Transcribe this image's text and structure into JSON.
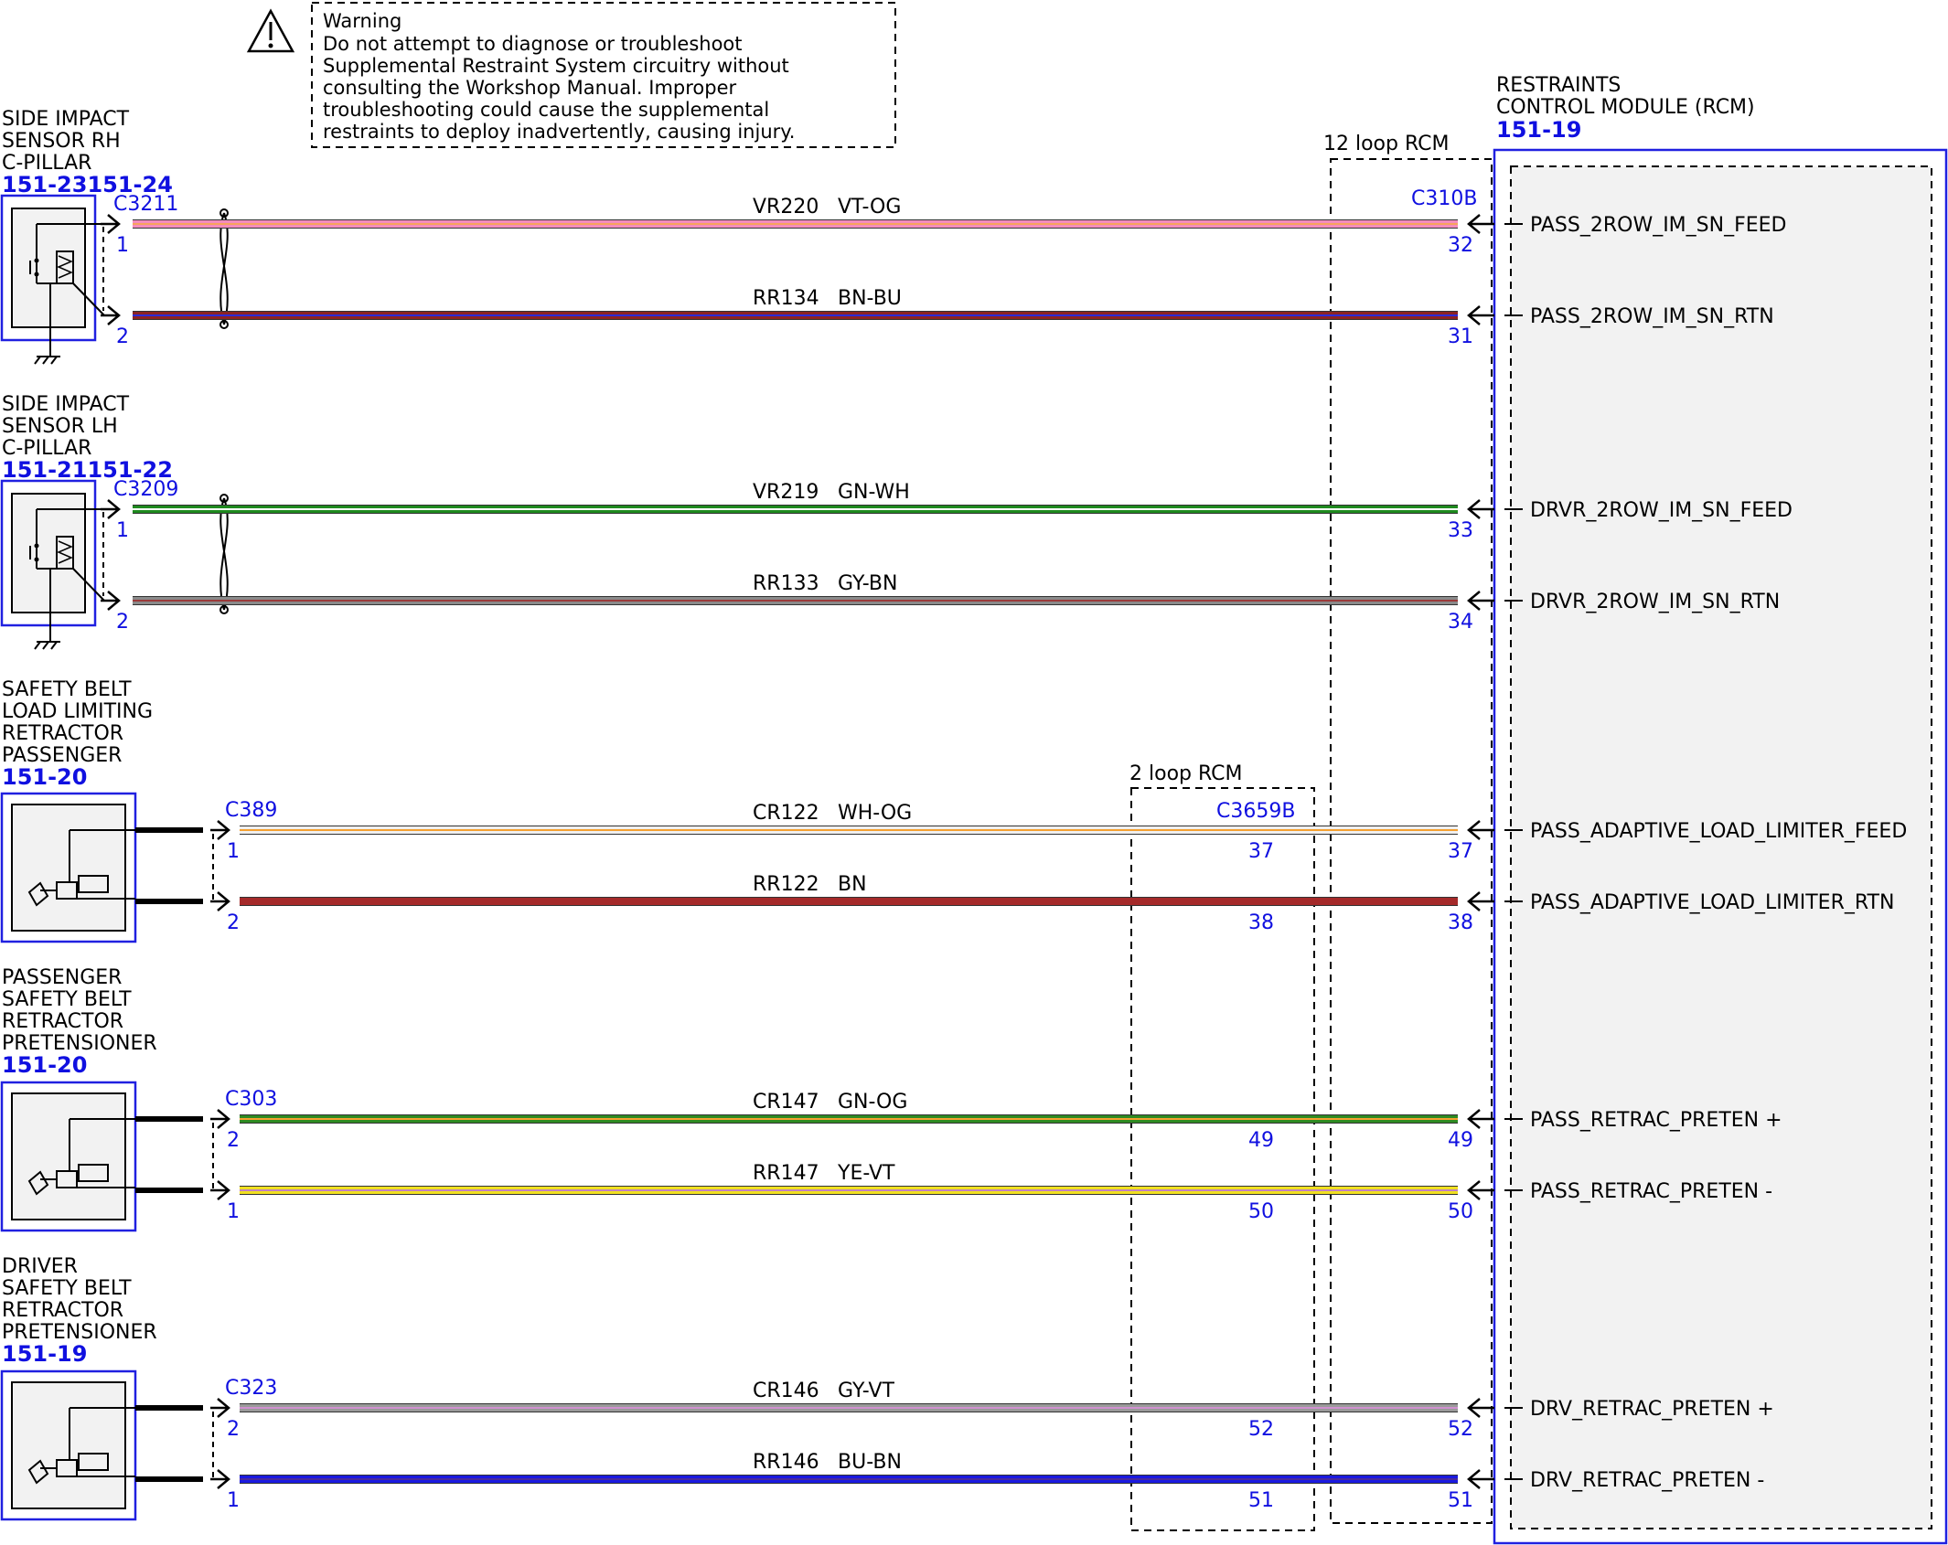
{
  "warning": {
    "icon": "warning-triangle-icon",
    "lines": [
      "Warning",
      "Do not attempt to diagnose or troubleshoot",
      "Supplemental Restraint System circuitry without",
      "consulting the Workshop Manual. Improper",
      "troubleshooting could cause the supplemental",
      "restraints to deploy inadvertently, causing injury."
    ]
  },
  "rcm": {
    "title_lines": [
      "RESTRAINTS",
      "CONTROL MODULE (RCM)"
    ],
    "ref": "151-19",
    "connector": "C310B",
    "loop12_label": "12 loop RCM",
    "loop2_label": "2 loop RCM",
    "inline_connector": "C3659B"
  },
  "components": [
    {
      "title_lines": [
        "SIDE IMPACT",
        "SENSOR RH",
        "C-PILLAR"
      ],
      "ref": "151-23151-24",
      "connector": "C3211"
    },
    {
      "title_lines": [
        "SIDE IMPACT",
        "SENSOR LH",
        "C-PILLAR"
      ],
      "ref": "151-21151-22",
      "connector": "C3209"
    },
    {
      "title_lines": [
        "SAFETY BELT",
        "LOAD LIMITING",
        "RETRACTOR",
        "PASSENGER"
      ],
      "ref": "151-20",
      "connector": "C389"
    },
    {
      "title_lines": [
        "PASSENGER",
        "SAFETY BELT",
        "RETRACTOR",
        "PRETENSIONER"
      ],
      "ref": "151-20",
      "connector": "C303"
    },
    {
      "title_lines": [
        "DRIVER",
        "SAFETY BELT",
        "RETRACTOR",
        "PRETENSIONER"
      ],
      "ref": "151-19",
      "connector": "C323"
    }
  ],
  "wires": [
    {
      "circuit": "VR220",
      "color_code": "VT-OG",
      "left_pin": "1",
      "inline_pin": "",
      "rcm_pin": "32",
      "signal": "PASS_2ROW_IM_SN_FEED",
      "base": "#f48cbc",
      "stripe": "#f7a35c"
    },
    {
      "circuit": "RR134",
      "color_code": "BN-BU",
      "left_pin": "2",
      "inline_pin": "",
      "rcm_pin": "31",
      "signal": "PASS_2ROW_IM_SN_RTN",
      "base": "#8b2323",
      "stripe": "#2a2ad8"
    },
    {
      "circuit": "VR219",
      "color_code": "GN-WH",
      "left_pin": "1",
      "inline_pin": "",
      "rcm_pin": "33",
      "signal": "DRVR_2ROW_IM_SN_FEED",
      "base": "#1f8a1f",
      "stripe": "#ffffff"
    },
    {
      "circuit": "RR133",
      "color_code": "GY-BN",
      "left_pin": "2",
      "inline_pin": "",
      "rcm_pin": "34",
      "signal": "DRVR_2ROW_IM_SN_RTN",
      "base": "#8a8a8a",
      "stripe": "#9b3a3a"
    },
    {
      "circuit": "CR122",
      "color_code": "WH-OG",
      "left_pin": "1",
      "inline_pin": "37",
      "rcm_pin": "37",
      "signal": "PASS_ADAPTIVE_LOAD_LIMITER_FEED",
      "base": "#f0f0f0",
      "stripe": "#f5a030"
    },
    {
      "circuit": "RR122",
      "color_code": "BN",
      "left_pin": "2",
      "inline_pin": "38",
      "rcm_pin": "38",
      "signal": "PASS_ADAPTIVE_LOAD_LIMITER_RTN",
      "base": "#a52a2a",
      "stripe": ""
    },
    {
      "circuit": "CR147",
      "color_code": "GN-OG",
      "left_pin": "2",
      "inline_pin": "49",
      "rcm_pin": "49",
      "signal": "PASS_RETRAC_PRETEN +",
      "base": "#2e8b22",
      "stripe": "#f5a030"
    },
    {
      "circuit": "RR147",
      "color_code": "YE-VT",
      "left_pin": "1",
      "inline_pin": "50",
      "rcm_pin": "50",
      "signal": "PASS_RETRAC_PRETEN -",
      "base": "#f0e020",
      "stripe": "#c080c0"
    },
    {
      "circuit": "CR146",
      "color_code": "GY-VT",
      "left_pin": "2",
      "inline_pin": "52",
      "rcm_pin": "52",
      "signal": "DRV_RETRAC_PRETEN +",
      "base": "#9a9a9a",
      "stripe": "#d090d0"
    },
    {
      "circuit": "RR146",
      "color_code": "BU-BN",
      "left_pin": "1",
      "inline_pin": "51",
      "rcm_pin": "51",
      "signal": "DRV_RETRAC_PRETEN -",
      "base": "#1a1ae0",
      "stripe": "#4a2a9a"
    }
  ]
}
